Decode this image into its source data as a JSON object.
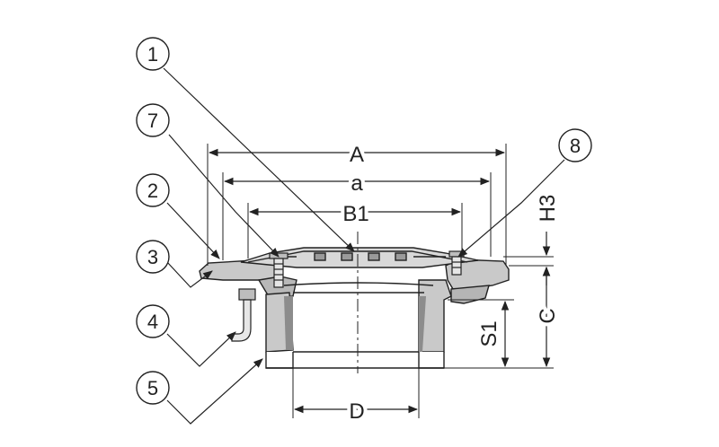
{
  "callouts": [
    "1",
    "7",
    "2",
    "3",
    "4",
    "5",
    "8"
  ],
  "dimensions": {
    "A": "A",
    "a": "a",
    "B1": "B1",
    "H3": "H3",
    "C": "C",
    "S1": "S1",
    "D": "D"
  },
  "colors": {
    "line": "#222222",
    "body_fill": "#c9c9c9",
    "body_shade": "#9a9a9a",
    "background": "#ffffff"
  }
}
